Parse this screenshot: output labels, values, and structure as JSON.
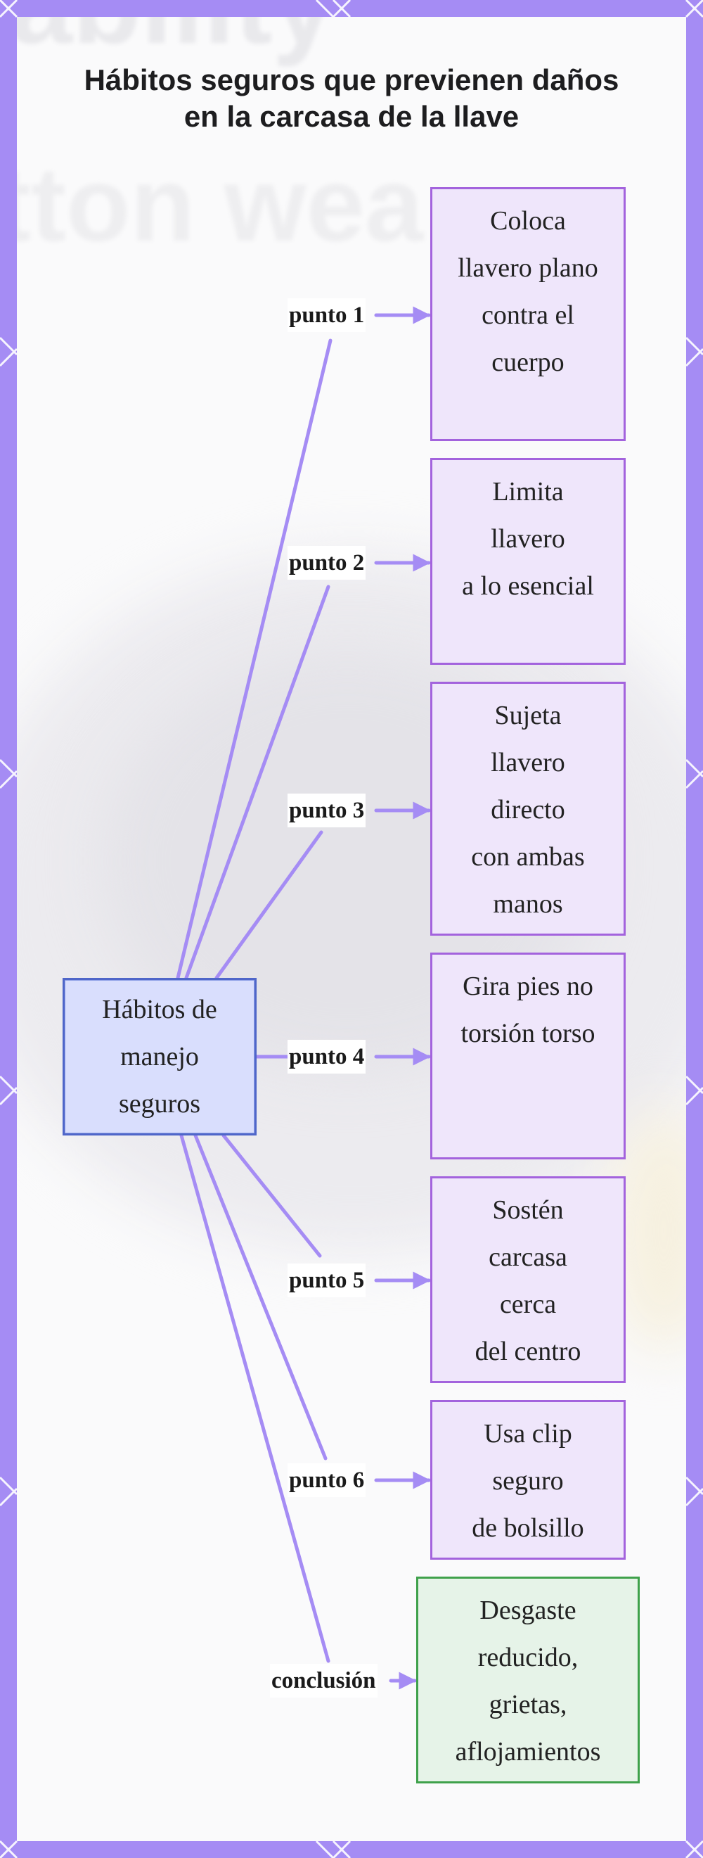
{
  "title": {
    "line1": "Hábitos seguros que previenen daños",
    "line2": "en la carcasa de la llave"
  },
  "root": {
    "lines": [
      "Hábitos de",
      "manejo",
      "seguros"
    ]
  },
  "branches": [
    {
      "label": "punto 1",
      "lines": [
        "Coloca",
        "llavero plano",
        "contra el",
        "cuerpo"
      ]
    },
    {
      "label": "punto 2",
      "lines": [
        "Limita",
        "llavero",
        "a lo esencial"
      ]
    },
    {
      "label": "punto 3",
      "lines": [
        "Sujeta",
        "llavero",
        "directo",
        "con ambas",
        "manos"
      ]
    },
    {
      "label": "punto 4",
      "lines": [
        "Gira pies no",
        "torsión torso"
      ]
    },
    {
      "label": "punto 5",
      "lines": [
        "Sostén",
        "carcasa",
        "cerca",
        "del centro"
      ]
    },
    {
      "label": "punto 6",
      "lines": [
        "Usa clip",
        "seguro",
        "de bolsillo"
      ]
    }
  ],
  "conclusion": {
    "label": "conclusión",
    "lines": [
      "Desgaste",
      "reducido,",
      "grietas,",
      "aflojamientos"
    ]
  },
  "colors": {
    "frame": "#a58cf4",
    "edge": "#a58cf4",
    "node_fill": "#efe6fb",
    "node_border": "#a363dd",
    "root_fill": "#d9defd",
    "root_border": "#4f66c9",
    "conclusion_fill": "#e6f3e8",
    "conclusion_border": "#3fa14b"
  },
  "background_watermark": [
    "ability",
    "tton wea"
  ]
}
